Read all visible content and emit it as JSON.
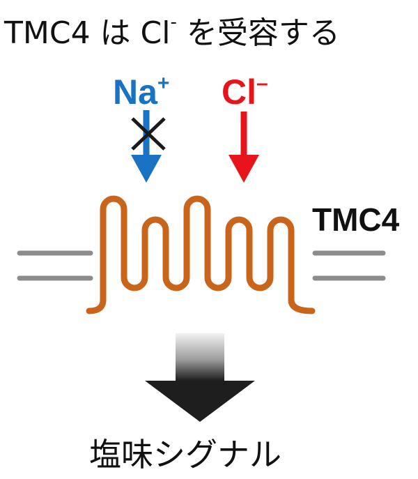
{
  "title": {
    "main": "TMC4 は Cl",
    "superscript": "-",
    "rest": " を受容する"
  },
  "ions": {
    "sodium": {
      "symbol": "Na",
      "charge": "+",
      "color": "#1a72c4"
    },
    "chloride": {
      "symbol": "Cl",
      "charge": "–",
      "color": "#e8141c"
    }
  },
  "protein_label": "TMC4",
  "output_label": "塩味シグナル",
  "colors": {
    "protein": "#c8651b",
    "membrane": "#8c8c8c",
    "cross": "#1a1a1a",
    "arrow_dark": "#1a1a1a",
    "arrow_light": "#e6e6e6"
  }
}
